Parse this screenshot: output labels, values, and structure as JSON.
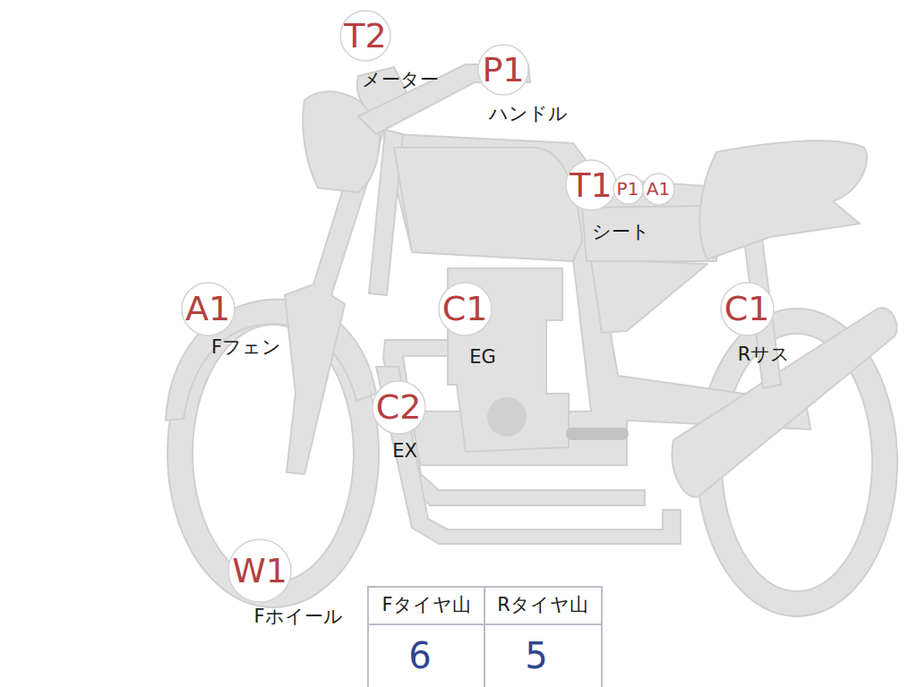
{
  "diagram": {
    "nodes": [
      {
        "text": [
          "T2"
        ]
      },
      {
        "text": [
          "P1"
        ]
      },
      {
        "text": [
          "T1"
        ]
      },
      {
        "text": [
          "P1"
        ]
      },
      {
        "text": [
          "A1"
        ]
      },
      {
        "text": [
          "A1"
        ]
      },
      {
        "text": [
          "C1"
        ]
      },
      {
        "text": [
          "C1"
        ]
      },
      {
        "text": [
          "C2"
        ]
      },
      {
        "text": [
          "W1"
        ]
      }
    ],
    "labels": [
      "メーター",
      "ハンドル",
      "シート",
      "Fフェン",
      "EG",
      "Rサス",
      "EX",
      "Fホイール",
      "Fタイヤ山",
      "Rタイヤ山",
      "6",
      "5"
    ]
  }
}
